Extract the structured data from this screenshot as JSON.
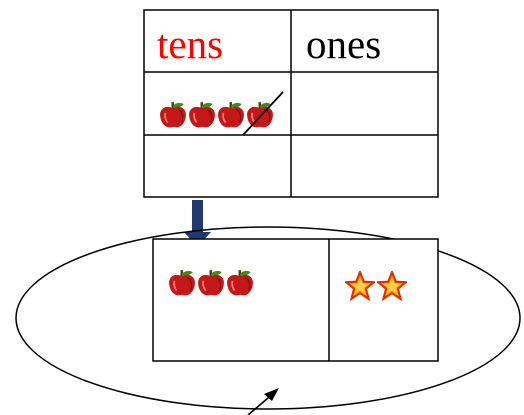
{
  "table": {
    "headers": [
      "tens",
      "ones"
    ],
    "header_colors": [
      "#ff0000",
      "#000000"
    ],
    "rows": [
      {
        "tens_apples": 4,
        "tens_apples_crossed": 1,
        "ones_items": 0
      },
      {
        "tens_apples": 0,
        "ones_items": 0
      }
    ]
  },
  "result_box": {
    "tens_apples": 3,
    "ones_stars": 2
  },
  "colors": {
    "apple": "#c41818",
    "apple_dark": "#7a0a0a",
    "leaf": "#3e8c1a",
    "star_fill": "#ffb400",
    "star_edge": "#e03000",
    "arrow": "#1f3a6e"
  },
  "icons": [
    "apple-icon",
    "star-icon",
    "arrow-down-icon",
    "arrow-pointer-icon"
  ]
}
